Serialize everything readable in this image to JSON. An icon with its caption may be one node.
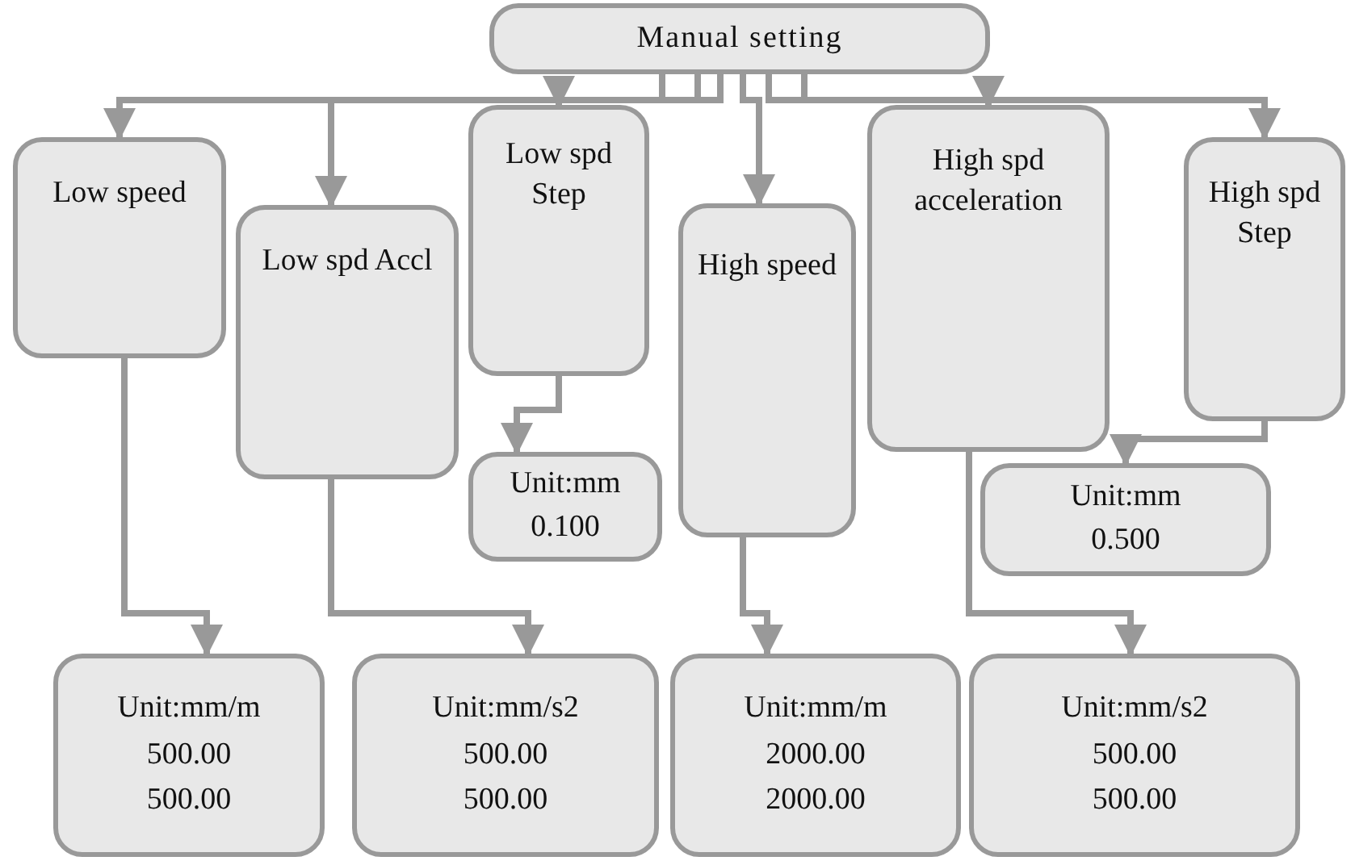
{
  "diagram": {
    "nodes": [
      {
        "text": [
          "Manual setting"
        ]
      },
      {
        "text": [
          "Low speed"
        ]
      },
      {
        "text": [
          "Low spd Accl"
        ]
      },
      {
        "text": [
          "Low spd Step"
        ]
      },
      {
        "text": [
          "High speed"
        ]
      },
      {
        "text": [
          "High spd acceleration"
        ]
      },
      {
        "text": [
          "High spd Step"
        ]
      },
      {
        "text": [
          "Unit:mm",
          "0.100"
        ]
      },
      {
        "text": [
          "Unit:mm",
          "0.500"
        ]
      },
      {
        "text": [
          "Unit:mm/m",
          "500.00",
          "500.00"
        ]
      },
      {
        "text": [
          "Unit:mm/s2",
          "500.00",
          "500.00"
        ]
      },
      {
        "text": [
          "Unit:mm/m",
          "2000.00",
          "2000.00"
        ]
      },
      {
        "text": [
          "Unit:mm/s2",
          "500.00",
          "500.00"
        ]
      }
    ],
    "edges": [
      {
        "from": 0,
        "to": 1,
        "arrow": "to"
      },
      {
        "from": 0,
        "to": 2,
        "arrow": "to"
      },
      {
        "from": 0,
        "to": 3,
        "arrow": "to"
      },
      {
        "from": 0,
        "to": 4,
        "arrow": "to"
      },
      {
        "from": 0,
        "to": 5,
        "arrow": "to"
      },
      {
        "from": 0,
        "to": 6,
        "arrow": "to"
      },
      {
        "from": 3,
        "to": 7,
        "arrow": "to"
      },
      {
        "from": 6,
        "to": 8,
        "arrow": "to"
      },
      {
        "from": 1,
        "to": 9,
        "arrow": "to"
      },
      {
        "from": 2,
        "to": 10,
        "arrow": "to"
      },
      {
        "from": 4,
        "to": 11,
        "arrow": "to"
      },
      {
        "from": 5,
        "to": 12,
        "arrow": "to"
      }
    ]
  }
}
